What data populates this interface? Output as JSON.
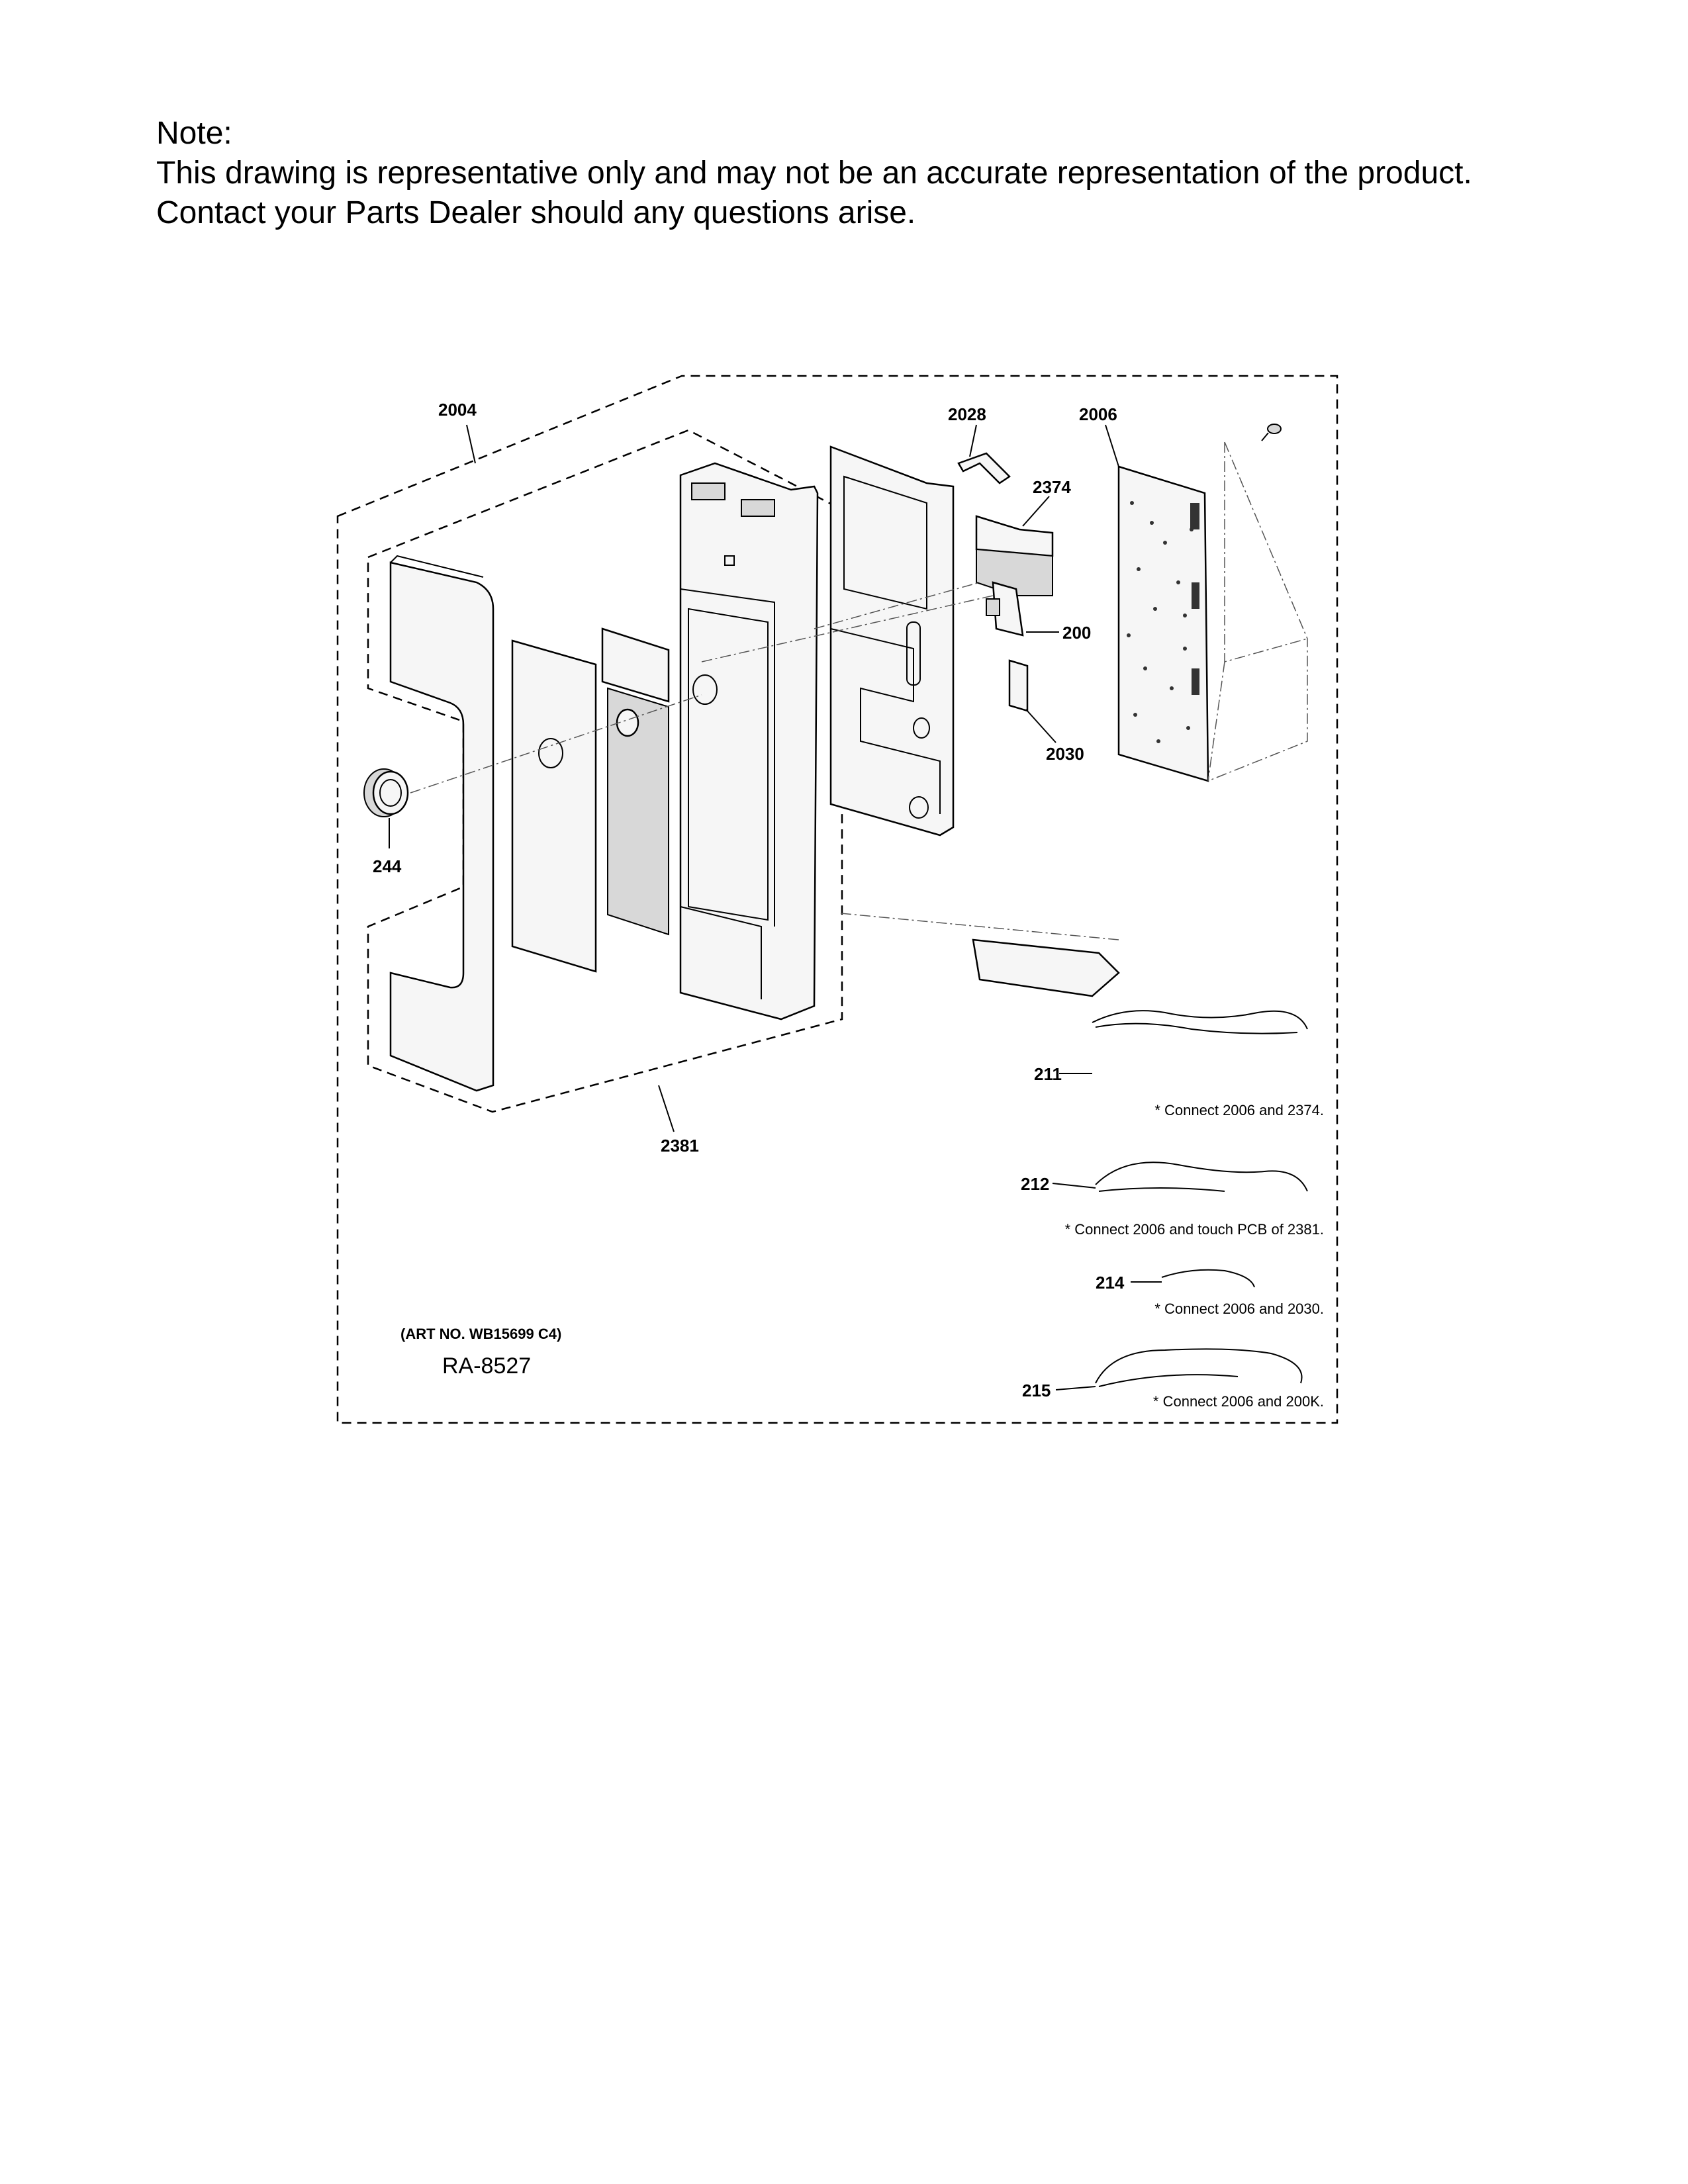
{
  "note": {
    "line1": "Note:",
    "line2": "This drawing is representative only and may not be an accurate representation of the product.",
    "line3": "Contact your Parts Dealer should any questions arise."
  },
  "parts": {
    "p2004": "2004",
    "p2028": "2028",
    "p2006": "2006",
    "p2374": "2374",
    "p200": "200",
    "p2030": "2030",
    "p244": "244",
    "p2381": "2381",
    "p211": "211",
    "p212": "212",
    "p214": "214",
    "p215": "215"
  },
  "captions": {
    "c211": "* Connect 2006 and 2374.",
    "c212": "* Connect 2006 and touch PCB of 2381.",
    "c214": "* Connect 2006 and 2030.",
    "c215": "* Connect 2006 and 200K."
  },
  "art_no": "(ART NO. WB15699 C4)",
  "ra": "RA-8527"
}
